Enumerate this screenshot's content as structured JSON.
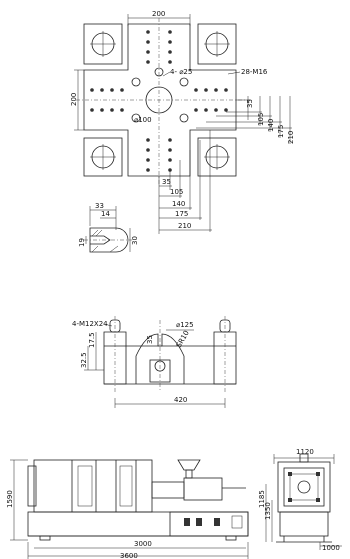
{
  "platen": {
    "dim_top": "200",
    "dim_left": "200",
    "center_hole": "4- ⌀25",
    "thread_holes": "28-M16",
    "center_dia": "⌀100",
    "right_dims": [
      "35",
      "105",
      "140",
      "175",
      "210"
    ],
    "bottom_dims": [
      "35",
      "105",
      "140",
      "175",
      "210"
    ]
  },
  "ejector_detail": {
    "dims": [
      "33",
      "14",
      "19",
      "30"
    ]
  },
  "side_view": {
    "bolt_label": "4-M12X24",
    "nozzle_dia": "⌀125",
    "nozzle_r": "SR10",
    "dims": [
      "17.5",
      "32.5",
      "35",
      "420"
    ]
  },
  "machine": {
    "height": "1590",
    "len_inner": "3000",
    "len_total": "3600",
    "end_width": "1120",
    "end_h1": "1185",
    "end_h2": "1350",
    "end_foot": "1000"
  }
}
